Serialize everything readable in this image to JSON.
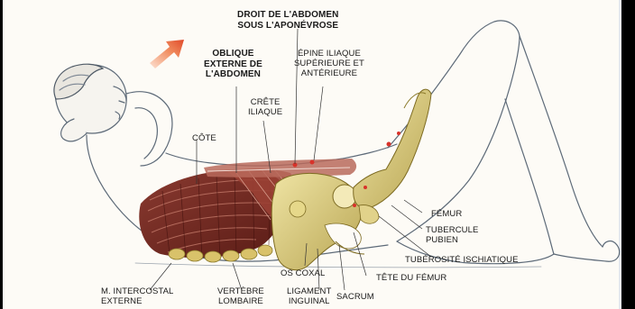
{
  "labels": {
    "droit": [
      "DROIT DE L'ABDOMEN",
      "SOUS L'APONÉVROSE"
    ],
    "oblique": [
      "OBLIQUE",
      "EXTERNE DE",
      "L'ABDOMEN"
    ],
    "epine": [
      "ÉPINE ILIAQUE",
      "SUPÉRIEURE ET",
      "ANTÉRIEURE"
    ],
    "crete": [
      "CRÊTE",
      "ILIAQUE"
    ],
    "cote": "CÔTE",
    "femur": "FÉMUR",
    "tubercule": [
      "TUBERCULE",
      "PUBIEN"
    ],
    "tuberosite": "TUBÉROSITÉ ISCHIATIQUE",
    "tete_femur": "TÊTE DU FÉMUR",
    "os_coxal": "OS COXAL",
    "intercostal": [
      "M. INTERCOSTAL",
      "EXTERNE"
    ],
    "vertebre": [
      "VERTÈBRE",
      "LOMBAIRE"
    ],
    "ligament": [
      "LIGAMENT",
      "INGUINAL"
    ],
    "sacrum": "SACRUM"
  },
  "colors": {
    "muscle": "#7a2a22",
    "bone": "#d8c872",
    "skin_line": "#5d6a78",
    "arrow": "#e8603a"
  },
  "icons": {
    "motion_arrow": "arrow-up-right-icon"
  }
}
